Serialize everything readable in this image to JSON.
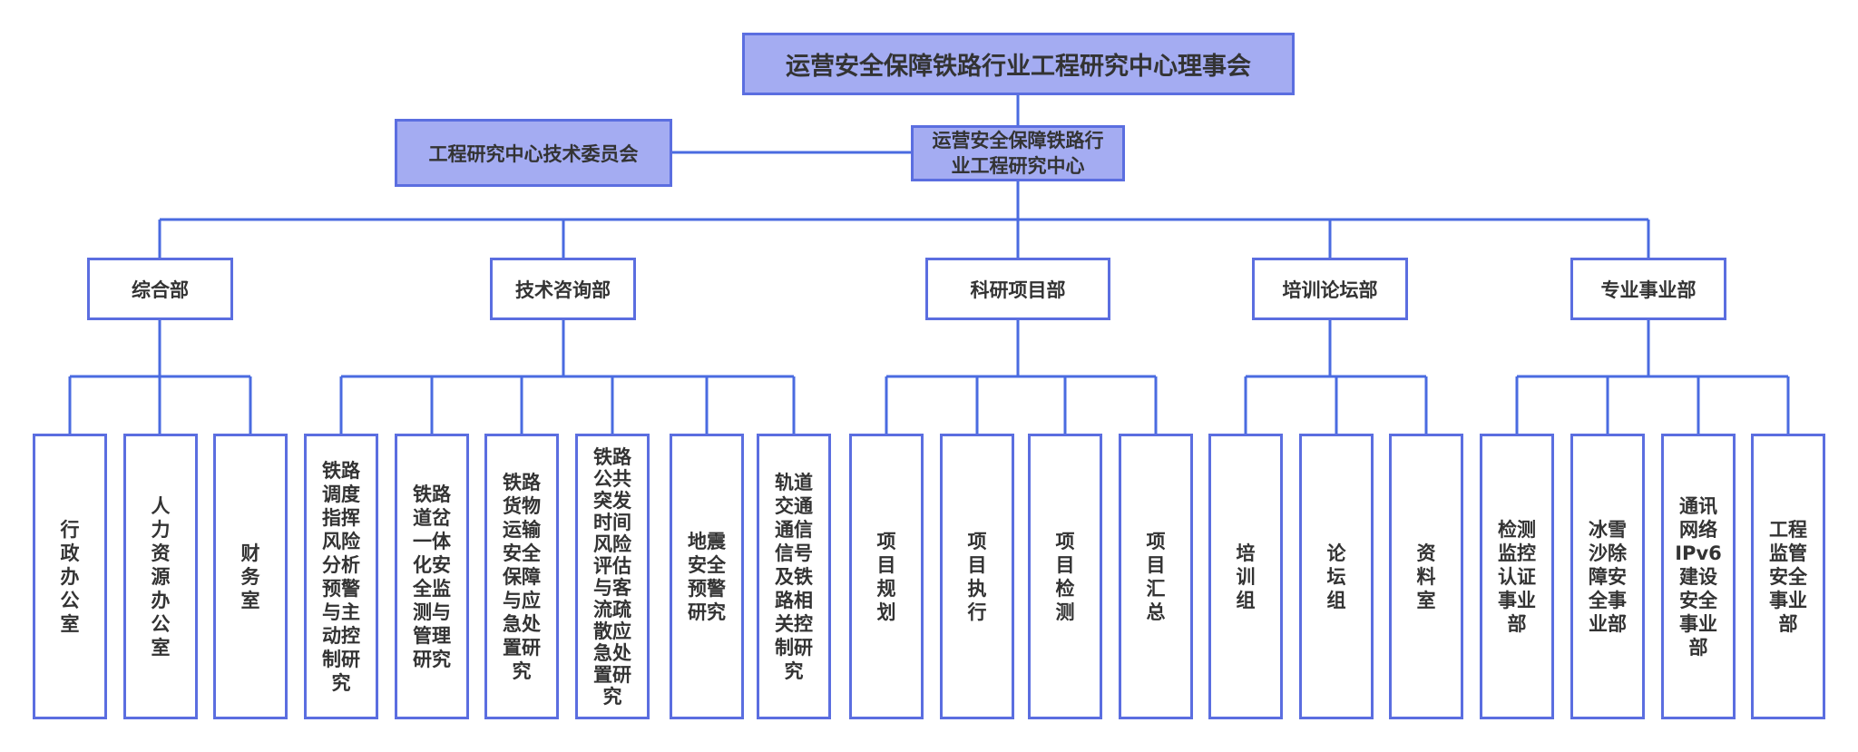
{
  "colors": {
    "line": "#4a6be0",
    "border": "#5b6ee0",
    "fill": "#a4acf2",
    "text": "#333333"
  },
  "board": "运营安全保障铁路行业工程研究中心理事会",
  "center": [
    "运营安全保障铁路行",
    "业工程研究中心"
  ],
  "committee": "工程研究中心技术委员会",
  "departments": [
    "综合部",
    "技术咨询部",
    "科研项目部",
    "培训论坛部",
    "专业事业部"
  ],
  "leaves": [
    [
      "行",
      "政",
      "办",
      "公",
      "室"
    ],
    [
      "人",
      "力",
      "资",
      "源",
      "办",
      "公",
      "室"
    ],
    [
      "财",
      "务",
      "室"
    ],
    [
      "铁路",
      "调度",
      "指挥",
      "风险",
      "分析",
      "预警",
      "与主",
      "动控",
      "制研",
      "究"
    ],
    [
      "铁路",
      "道岔",
      "一体",
      "化安",
      "全监",
      "测与",
      "管理",
      "研究"
    ],
    [
      "铁路",
      "货物",
      "运输",
      "安全",
      "保障",
      "与应",
      "急处",
      "置研",
      "究"
    ],
    [
      "铁路",
      "公共",
      "突发",
      "时间",
      "风险",
      "评估",
      "与客",
      "流疏",
      "散应",
      "急处",
      "置研",
      "究"
    ],
    [
      "地震",
      "安全",
      "预警",
      "研究"
    ],
    [
      "轨道",
      "交通",
      "通信",
      "信号",
      "及铁",
      "路相",
      "关控",
      "制研",
      "究"
    ],
    [
      "项",
      "目",
      "规",
      "划"
    ],
    [
      "项",
      "目",
      "执",
      "行"
    ],
    [
      "项",
      "目",
      "检",
      "测"
    ],
    [
      "项",
      "目",
      "汇",
      "总"
    ],
    [
      "培",
      "训",
      "组"
    ],
    [
      "论",
      "坛",
      "组"
    ],
    [
      "资",
      "料",
      "室"
    ],
    [
      "检测",
      "监控",
      "认证",
      "事业",
      "部"
    ],
    [
      "冰雪",
      "沙除",
      "障安",
      "全事",
      "业部"
    ],
    [
      "通讯",
      "网络",
      "IPv6",
      "建设",
      "安全",
      "事业",
      "部"
    ],
    [
      "工程",
      "监管",
      "安全",
      "事业",
      "部"
    ]
  ]
}
